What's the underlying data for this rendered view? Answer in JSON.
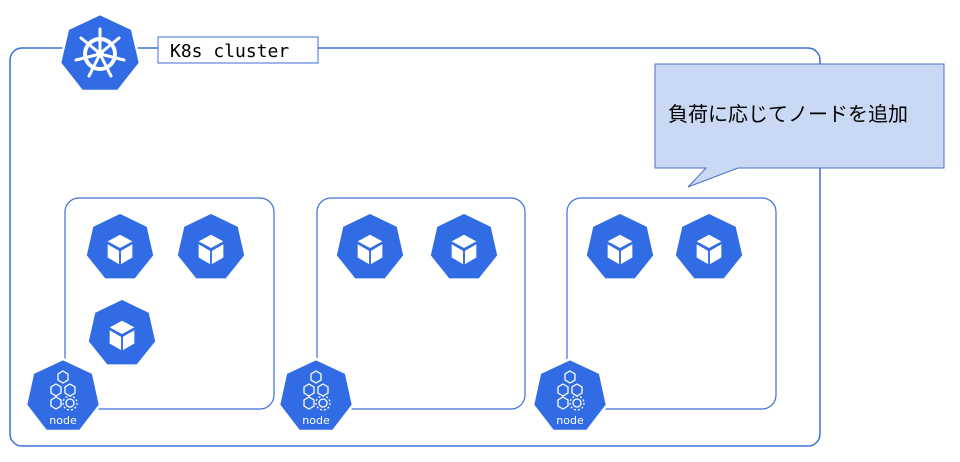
{
  "cluster": {
    "label": "K8s cluster",
    "icon": "kubernetes-helm-icon"
  },
  "callout": {
    "text": "負荷に応じてノードを追加"
  },
  "nodes": [
    {
      "label": "node",
      "pods": 3
    },
    {
      "label": "node",
      "pods": 2
    },
    {
      "label": "node",
      "pods": 2
    }
  ],
  "colors": {
    "k8s_blue": "#326CE5",
    "border_blue": "#3C6FD8",
    "callout_fill": "#C9D9F4",
    "callout_stroke": "#4A72C8"
  }
}
